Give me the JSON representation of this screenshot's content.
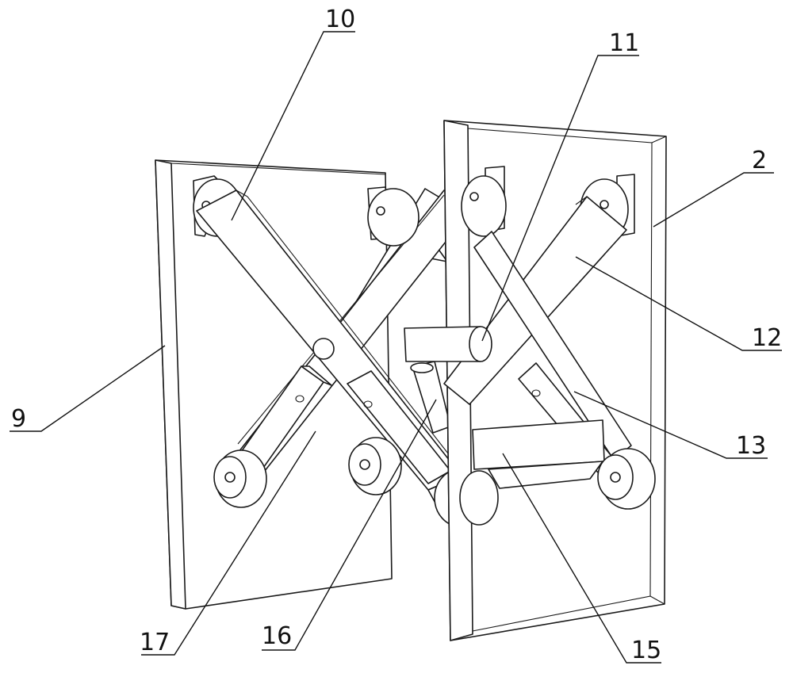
{
  "labels": {
    "l10": "10",
    "l11": "11",
    "l2": "2",
    "l12": "12",
    "l9": "9",
    "l13": "13",
    "l17": "17",
    "l16": "16",
    "l15": "15"
  },
  "colors": {
    "line": "#1a1a1a",
    "background": "#ffffff"
  }
}
